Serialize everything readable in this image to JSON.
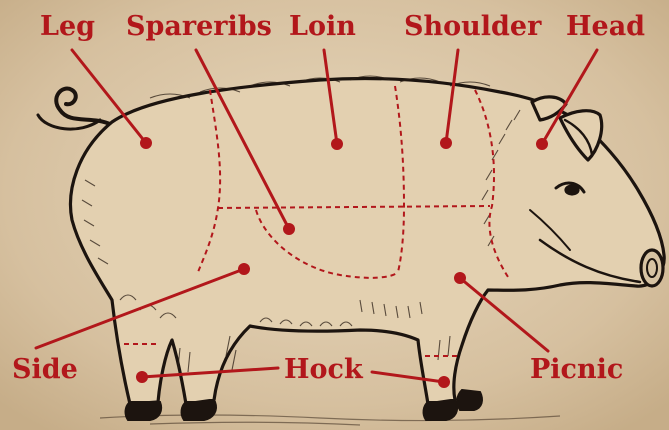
{
  "colors": {
    "paper": "#d9c4a5",
    "paper_light": "#e6d6bb",
    "ink": "#1c140f",
    "accent_red": "#b2171b"
  },
  "labels": {
    "leg": "Leg",
    "spareribs": "Spareribs",
    "loin": "Loin",
    "shoulder": "Shoulder",
    "head": "Head",
    "side": "Side",
    "hock": "Hock",
    "picnic": "Picnic"
  }
}
